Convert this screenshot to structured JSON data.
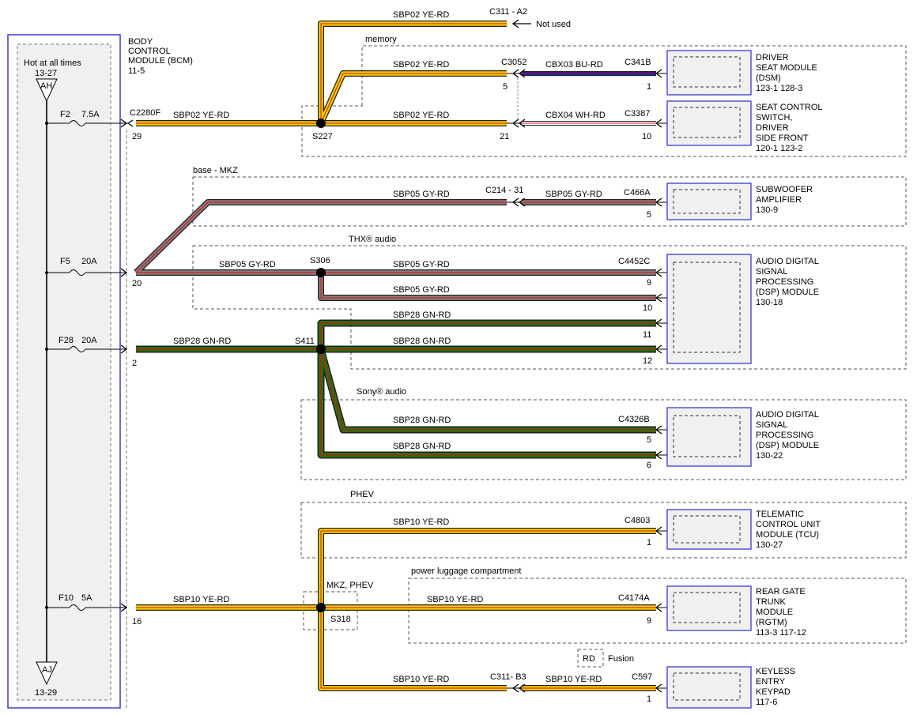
{
  "bcm": {
    "title_lines": [
      "BODY",
      "CONTROL",
      "MODULE (BCM)",
      "11-5"
    ],
    "hot_label": "Hot at all times",
    "top_ref": "13-27",
    "top_symbol": "AH",
    "bottom_ref": "13-29",
    "bottom_symbol": "AJ",
    "connector": "C2280F"
  },
  "fuses": [
    {
      "name": "F2",
      "rating": "7.5A",
      "pin": "29"
    },
    {
      "name": "F5",
      "rating": "20A",
      "pin": "20"
    },
    {
      "name": "F28",
      "rating": "20A",
      "pin": "2"
    },
    {
      "name": "F10",
      "rating": "5A",
      "pin": "16"
    }
  ],
  "splices": {
    "s227": "S227",
    "s306": "S306",
    "s411": "S411",
    "s318": "S318"
  },
  "options": {
    "memory": "memory",
    "base_mkz": "base - MKZ",
    "thx": "THX® audio",
    "sony": "Sony® audio",
    "phev": "PHEV",
    "power_luggage": "power luggage compartment",
    "mkz_phev": "MKZ, PHEV",
    "rd": "RD",
    "fusion": "Fusion"
  },
  "wires": {
    "sbp02_bcm": "SBP02  YE-RD",
    "sbp02_top": "SBP02  YE-RD",
    "sbp02_mem": "SBP02  YE-RD",
    "sbp02_seat": "SBP02  YE-RD",
    "cbx03": "CBX03  BU-RD",
    "cbx04": "CBX04  WH-RD",
    "sbp05_bcm": "SBP05  GY-RD",
    "sbp05_sub_a": "SBP05  GY-RD",
    "sbp05_sub_b": "SBP05  GY-RD",
    "sbp05_dsp_9": "SBP05  GY-RD",
    "sbp05_dsp_10": "SBP05  GY-RD",
    "sbp28_bcm": "SBP28  GN-RD",
    "sbp28_11": "SBP28  GN-RD",
    "sbp28_12": "SBP28  GN-RD",
    "sbp28_sony5": "SBP28  GN-RD",
    "sbp28_sony6": "SBP28  GN-RD",
    "sbp10_bcm": "SBP10  YE-RD",
    "sbp10_tcu": "SBP10  YE-RD",
    "sbp10_rgtm": "SBP10  YE-RD",
    "sbp10_key_a": "SBP10  YE-RD",
    "sbp10_key_b": "SBP10  YE-RD"
  },
  "connectors": {
    "c311_a2": "C311  - A2",
    "not_used": "Not used",
    "c3052": "C3052",
    "c3052_pin": "5",
    "c341b": "C341B",
    "c341b_pin": "1",
    "seat_pin": "21",
    "c3387": "C3387",
    "c3387_pin": "10",
    "c214": "C214  - 31",
    "c466a": "C466A",
    "c466a_pin": "5",
    "c4452c": "C4452C",
    "dsp_pin_9": "9",
    "dsp_pin_10": "10",
    "dsp_pin_11": "11",
    "dsp_pin_12": "12",
    "c4326b": "C4326B",
    "sony_pin_5": "5",
    "sony_pin_6": "6",
    "c4803": "C4803",
    "c4803_pin": "1",
    "c4174a": "C4174A",
    "c4174a_pin": "9",
    "c311_b3": "C311- B3",
    "c597": "C597",
    "c597_pin": "1"
  },
  "modules": {
    "dsm": [
      "DRIVER",
      "SEAT MODULE",
      "(DSM)",
      "123-1   128-3"
    ],
    "seat_switch": [
      "SEAT CONTROL",
      "SWITCH,",
      "DRIVER",
      "SIDE FRONT",
      "120-1   123-2"
    ],
    "subwoofer": [
      "SUBWOOFER",
      "AMPLIFIER",
      "130-9"
    ],
    "dsp_thx": [
      "AUDIO DIGITAL",
      "SIGNAL",
      "PROCESSING",
      "(DSP) MODULE",
      "130-18"
    ],
    "dsp_sony": [
      "AUDIO DIGITAL",
      "SIGNAL",
      "PROCESSING",
      "(DSP) MODULE",
      "130-22"
    ],
    "tcu": [
      "TELEMATIC",
      "CONTROL UNIT",
      "MODULE (TCU)",
      "130-27"
    ],
    "rgtm": [
      "REAR GATE",
      "TRUNK",
      "MODULE",
      "(RGTM)",
      "113-3   117-12"
    ],
    "keypad": [
      "KEYLESS",
      "ENTRY",
      "KEYPAD",
      "117-6"
    ]
  },
  "colors": {
    "yellow": "#f5d000",
    "gray_wire": "#8c7b7b",
    "green": "#2e6b12",
    "blue": "#1a1aa8",
    "red": "#d01010",
    "frame_blue": "#3a3ad0"
  }
}
